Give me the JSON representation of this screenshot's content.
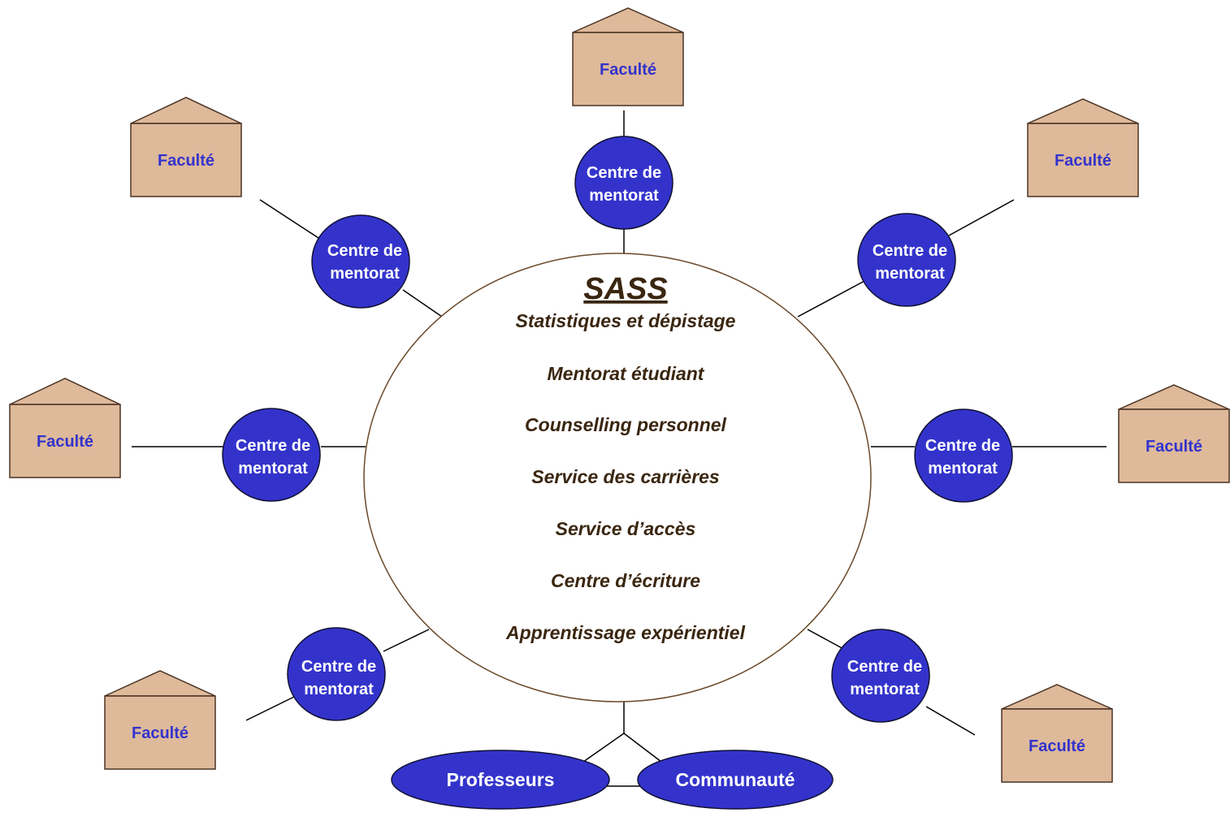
{
  "center": {
    "title": "SASS",
    "services": [
      "Statistiques et  dépistage",
      "Mentorat étudiant",
      "Counselling personnel",
      "Service des  carrières",
      "Service d’accès",
      "Centre d’écriture",
      "Apprentissage expérientiel"
    ]
  },
  "mentor_center": {
    "line1": "Centre de",
    "line2": "mentorat"
  },
  "faculty_label": "Faculté",
  "bottom": {
    "professors": "Professeurs",
    "community": "Communauté"
  },
  "colors": {
    "mentor_fill": "#3333cc",
    "faculty_fill": "#deb99a",
    "faculty_text": "#3333cc",
    "service_text": "#3a2610"
  }
}
